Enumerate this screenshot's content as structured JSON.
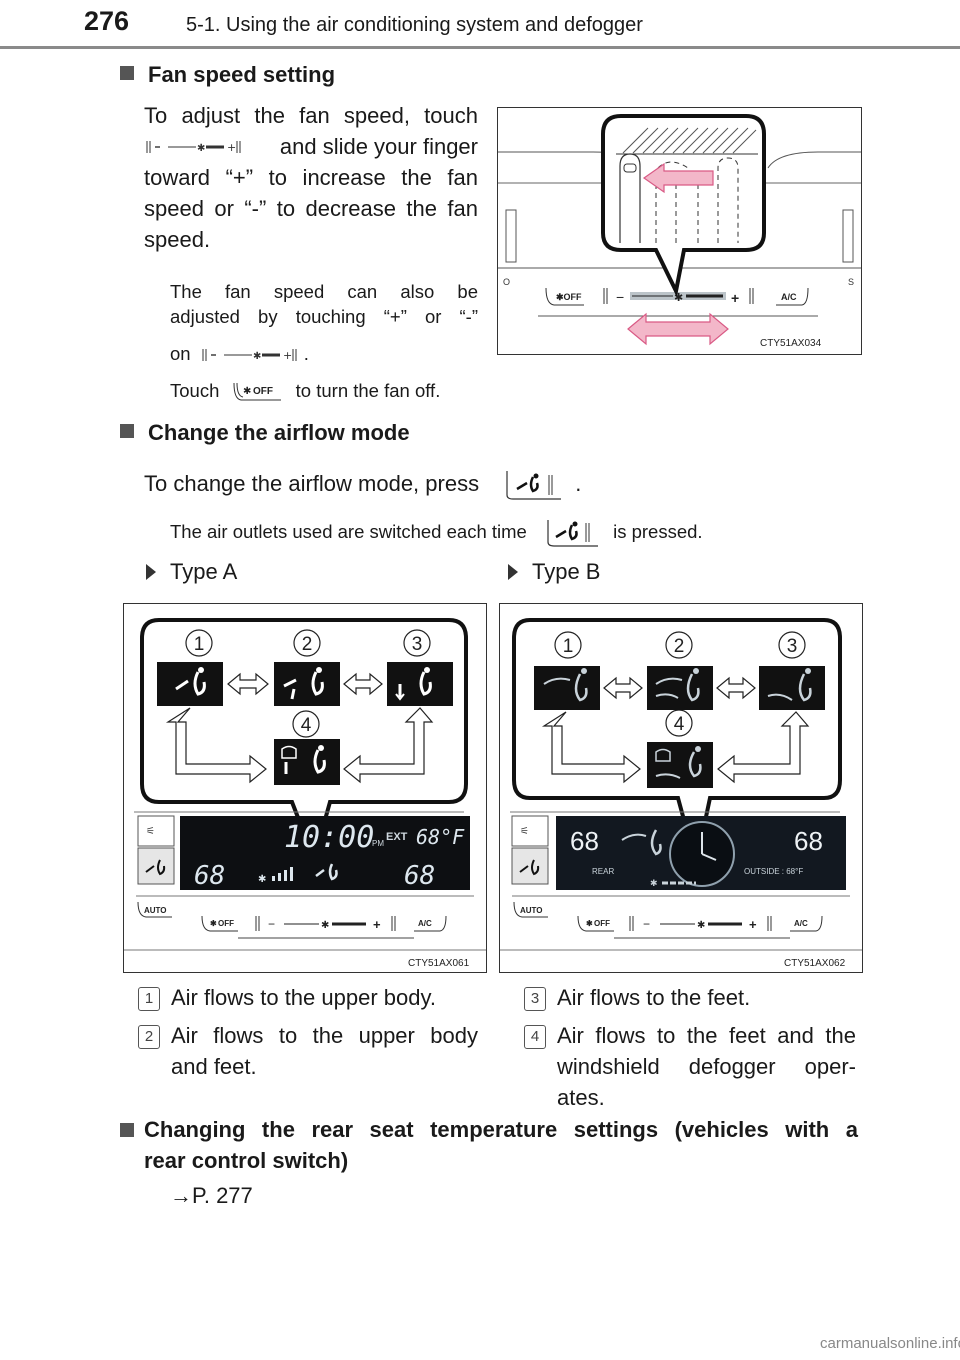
{
  "header": {
    "page_number": "276",
    "title": "5-1. Using the air conditioning system and defogger"
  },
  "fan_speed": {
    "heading": "Fan speed setting",
    "p1_a": "To adjust the fan speed, touch",
    "p1_b": "and slide your finger",
    "p1_c": "toward “+” to increase the fan",
    "p1_d": "speed or “-” to decrease the fan",
    "p1_e": "speed.",
    "note1_a": "The fan speed can also be",
    "note1_b": "adjusted by touching “+” or “-”",
    "note1_c_pre": "on",
    "note1_c_post": ".",
    "note2_pre": "Touch",
    "note2_post": "to turn the fan off.",
    "figure_code": "CTY51AX034"
  },
  "airflow": {
    "heading": "Change the airflow mode",
    "p1_pre": "To change the airflow mode, press",
    "p1_post": ".",
    "note_pre": "The air outlets used are switched each time",
    "note_post": "is pressed.",
    "type_a": "Type A",
    "type_b": "Type B",
    "figure_a_code": "CTY51AX061",
    "figure_b_code": "CTY51AX062",
    "circled": [
      "1",
      "2",
      "3",
      "4"
    ],
    "display": {
      "clock": "10:00",
      "pm": "PM",
      "ext": "EXT",
      "ext_temp": "68°F",
      "left_temp": "68",
      "right_temp": "68",
      "rear": "REAR",
      "outside": "OUTSIDE : 68°F",
      "auto": "AUTO",
      "off": "OFF",
      "ac": "A/C"
    },
    "legend": [
      {
        "num": "1",
        "text": "Air flows to the upper body."
      },
      {
        "num": "2",
        "text_a": "Air flows to the upper body",
        "text_b": "and feet."
      },
      {
        "num": "3",
        "text": "Air flows to the feet."
      },
      {
        "num": "4",
        "text_a": "Air flows to the feet and the",
        "text_b": "windshield defogger oper-",
        "text_c": "ates."
      }
    ]
  },
  "rear_seat": {
    "heading_a": "Changing the rear seat temperature settings (vehicles with a",
    "heading_b": "rear control switch)",
    "ref": "→P. 277"
  },
  "footer": {
    "watermark": "carmanualsonline.info"
  }
}
